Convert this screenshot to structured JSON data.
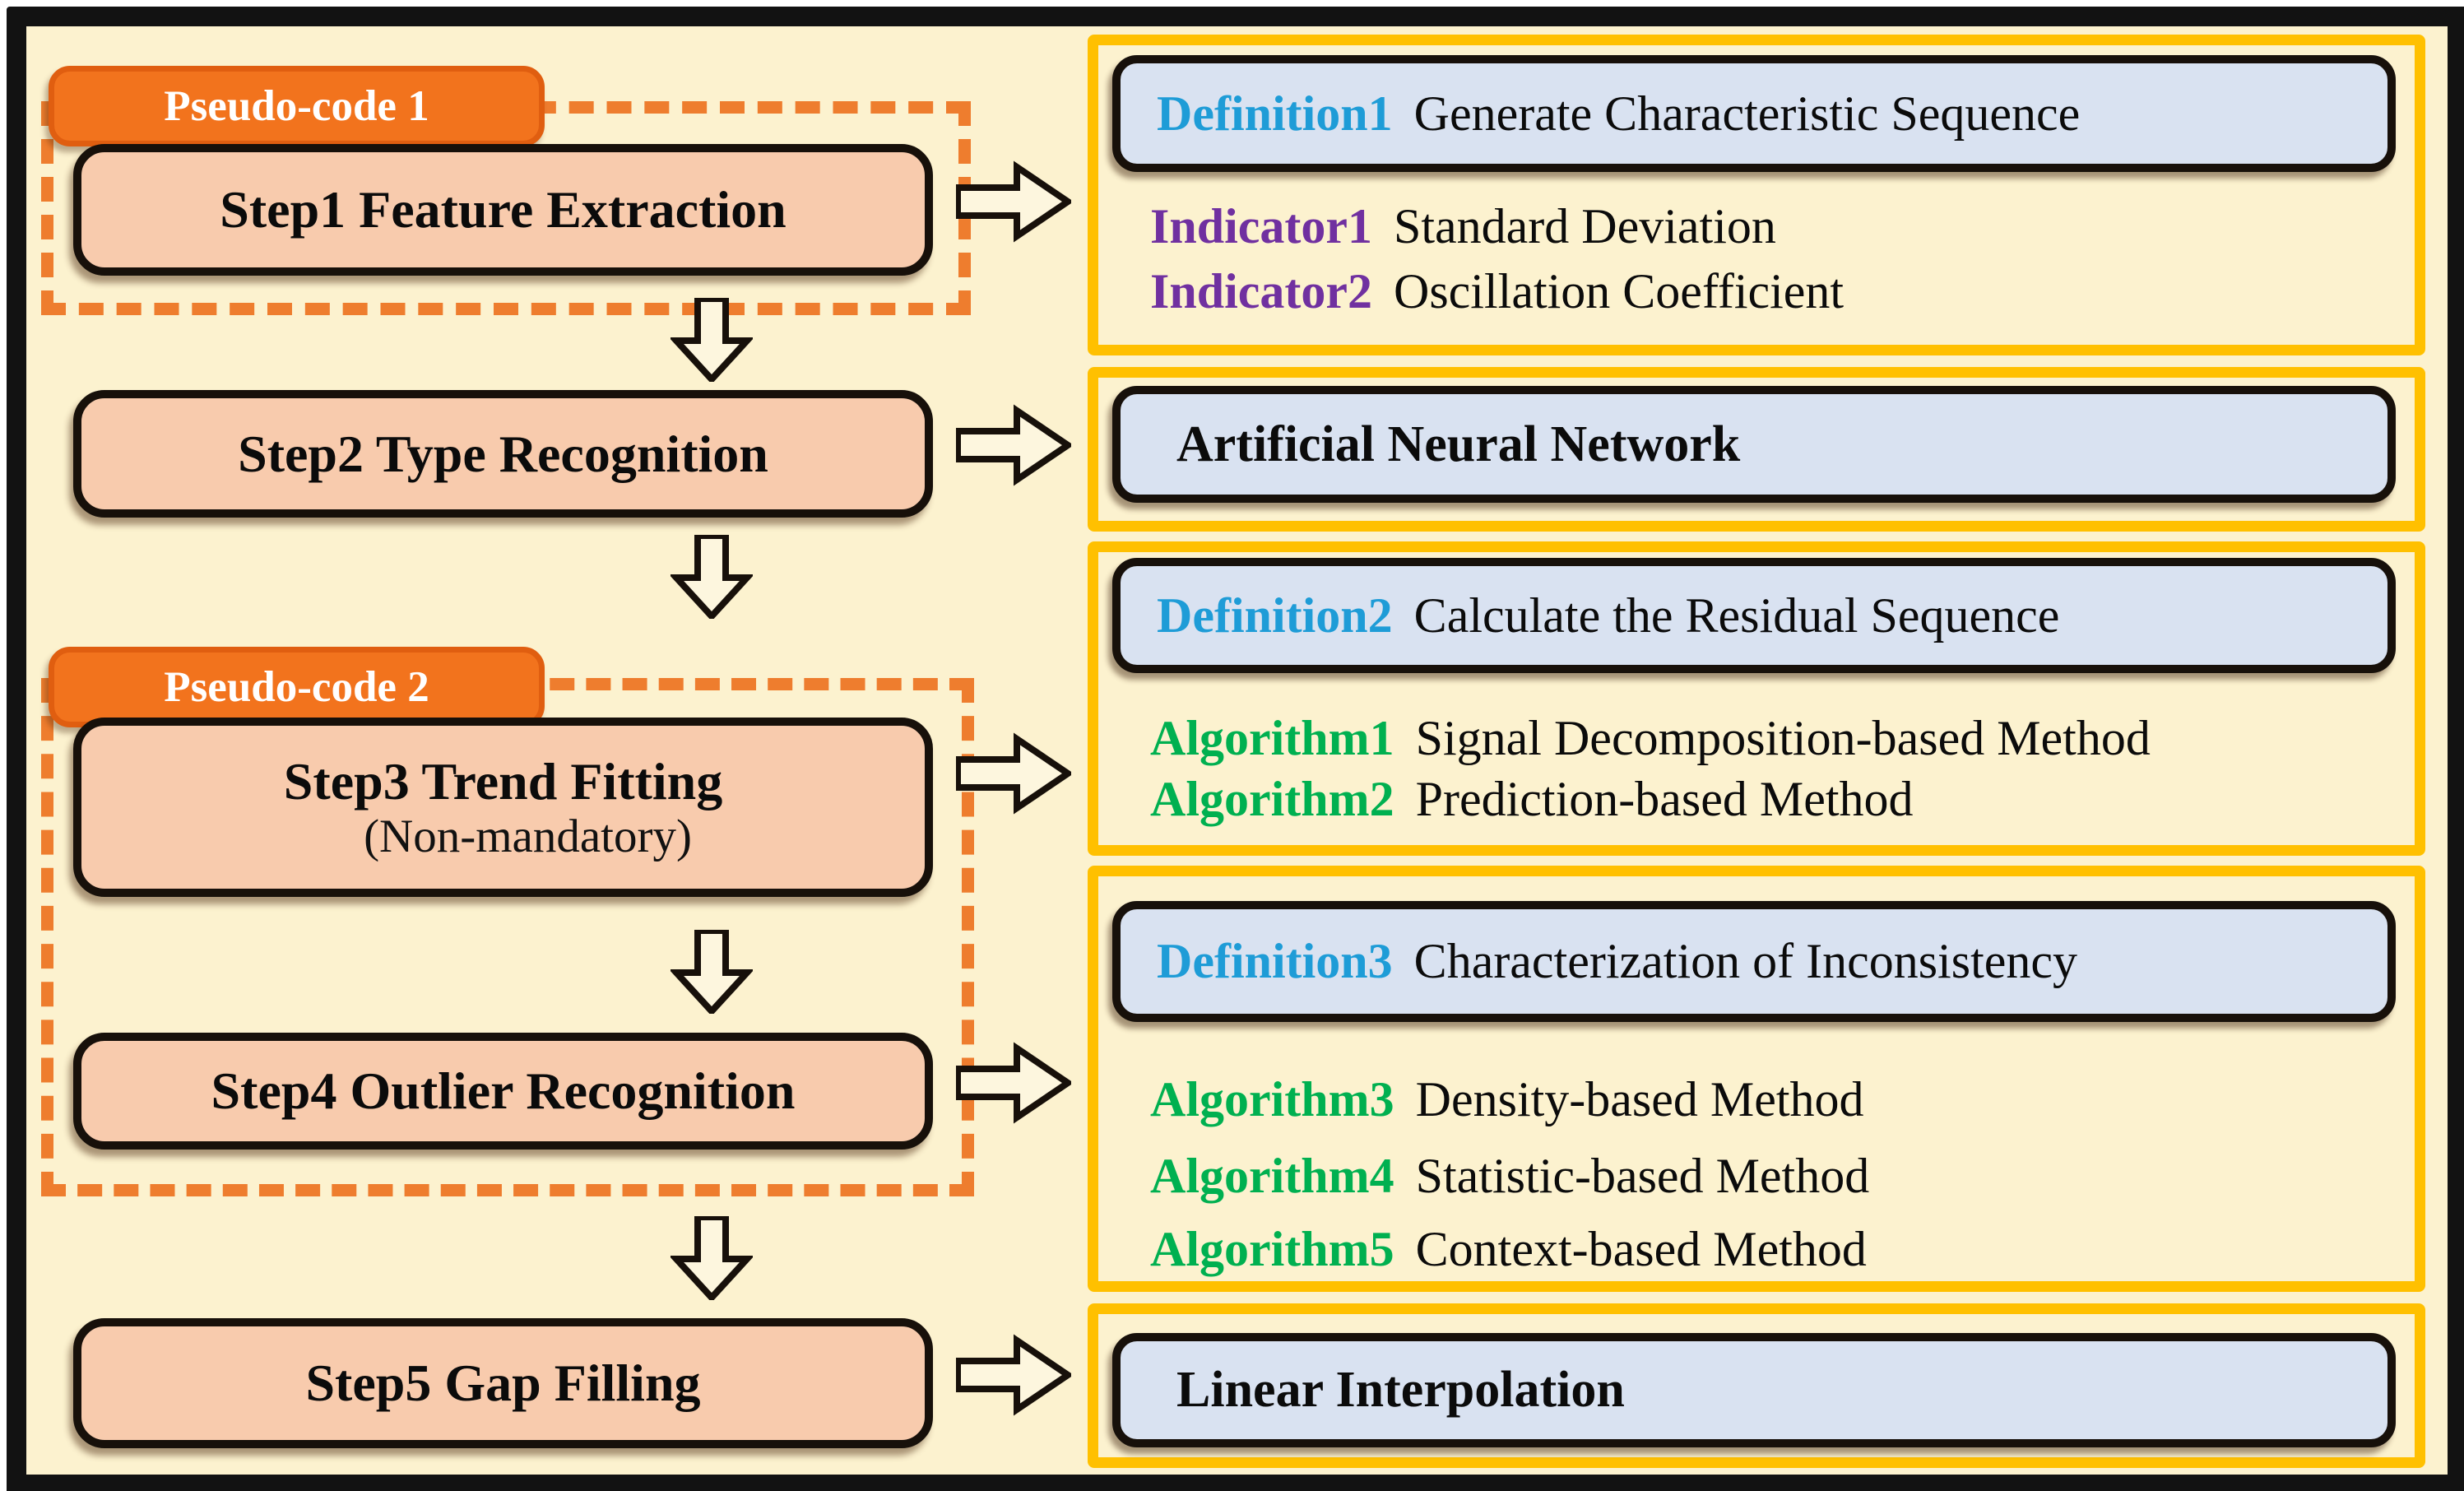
{
  "colors": {
    "background": "#FCF2CF",
    "frame": "#121212",
    "gold_border": "#FFC000",
    "step_fill": "#F8CBAD",
    "pseudo_label_fill": "#F2731D",
    "dashed_border": "#EE7D2E",
    "blue_box_fill": "#D9E2F1",
    "definition_color": "#1E9CD7",
    "indicator_color": "#7030A0",
    "algorithm_color": "#00B050"
  },
  "flow": {
    "pseudo_code_labels": [
      {
        "label": "Pseudo-code 1"
      },
      {
        "label": "Pseudo-code 2"
      }
    ],
    "steps": [
      {
        "title": "Step1 Feature Extraction"
      },
      {
        "title": "Step2 Type Recognition"
      },
      {
        "title": "Step3 Trend Fitting",
        "subtitle": "(Non-mandatory)"
      },
      {
        "title": "Step4 Outlier Recognition"
      },
      {
        "title": "Step5 Gap Filling"
      }
    ]
  },
  "panels": [
    {
      "header": {
        "keyword": "Definition1",
        "text": "Generate Characteristic Sequence"
      },
      "items": [
        {
          "keyword": "Indicator1",
          "text": "Standard Deviation"
        },
        {
          "keyword": "Indicator2",
          "text": "Oscillation Coefficient"
        }
      ]
    },
    {
      "header": {
        "keyword": "",
        "text": "Artificial Neural Network"
      },
      "items": []
    },
    {
      "header": {
        "keyword": "Definition2",
        "text": "Calculate the Residual Sequence"
      },
      "items": [
        {
          "keyword": "Algorithm1",
          "text": "Signal Decomposition-based Method"
        },
        {
          "keyword": "Algorithm2",
          "text": "Prediction-based Method"
        }
      ]
    },
    {
      "header": {
        "keyword": "Definition3",
        "text": "Characterization of Inconsistency"
      },
      "items": [
        {
          "keyword": "Algorithm3",
          "text": "Density-based Method"
        },
        {
          "keyword": "Algorithm4",
          "text": "Statistic-based Method"
        },
        {
          "keyword": "Algorithm5",
          "text": "Context-based Method"
        }
      ]
    },
    {
      "header": {
        "keyword": "",
        "text": "Linear Interpolation"
      },
      "items": []
    }
  ]
}
